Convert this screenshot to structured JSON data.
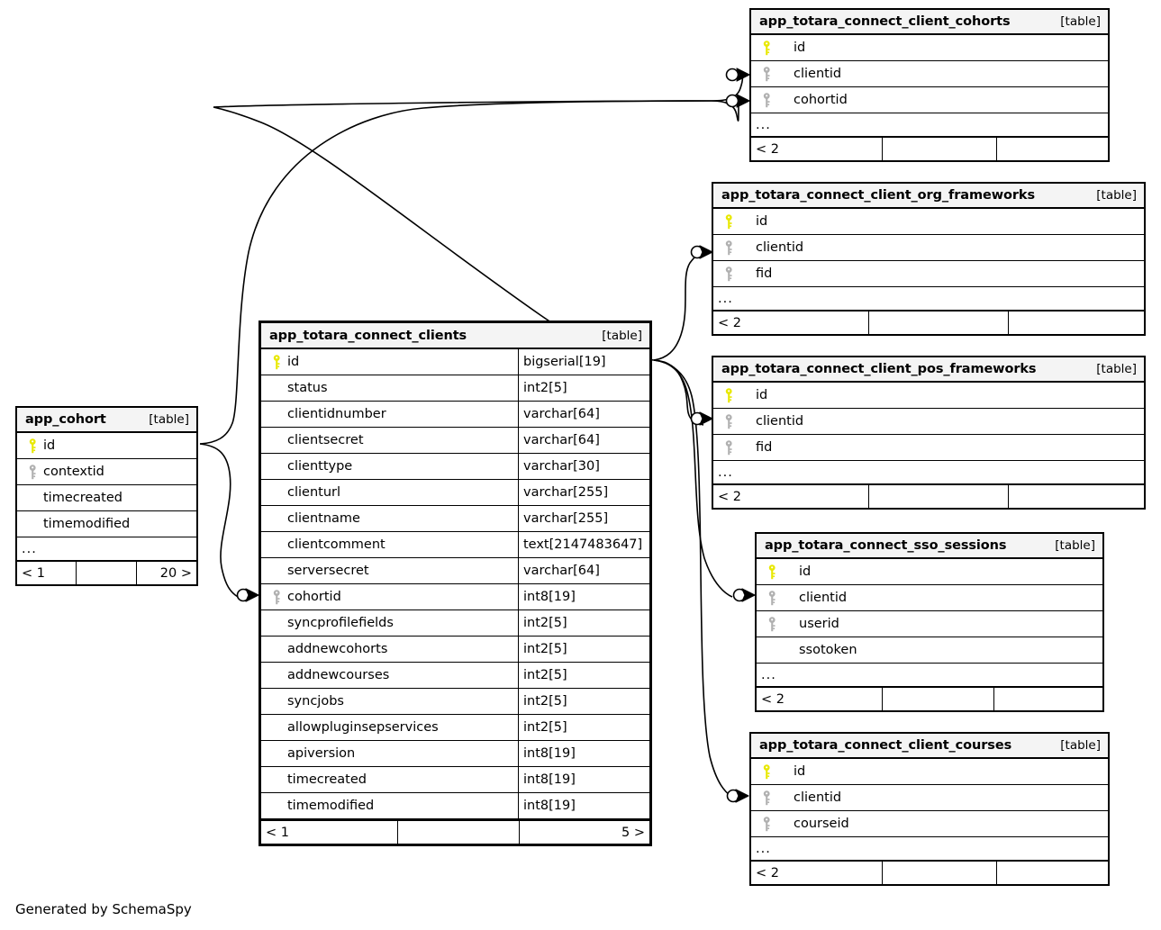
{
  "diagram": {
    "caption": "Generated by SchemaSpy",
    "table_tag": "[table]",
    "ellipsis": "...",
    "colors": {
      "primary_key_icon": "#e8e800",
      "foreign_key_icon": "#b0b0b0",
      "header_background": "#f4f4f4",
      "border": "#000000",
      "background": "#ffffff"
    },
    "icons": {
      "primary_key": "key-icon-yellow",
      "foreign_key": "key-icon-gray"
    }
  },
  "tables": [
    {
      "id": "app_cohort",
      "name": "app_cohort",
      "tag": "[table]",
      "focus": false,
      "columns": [
        {
          "name": "id",
          "key": "primary"
        },
        {
          "name": "contextid",
          "key": "foreign"
        },
        {
          "name": "timecreated",
          "key": "none"
        },
        {
          "name": "timemodified",
          "key": "none"
        }
      ],
      "has_ellipsis": true,
      "footer": {
        "left": "< 1",
        "center": "",
        "right": "20 >"
      }
    },
    {
      "id": "app_totara_connect_clients",
      "name": "app_totara_connect_clients",
      "tag": "[table]",
      "focus": true,
      "columns": [
        {
          "name": "id",
          "key": "primary",
          "type": "bigserial[19]"
        },
        {
          "name": "status",
          "key": "none",
          "type": "int2[5]"
        },
        {
          "name": "clientidnumber",
          "key": "none",
          "type": "varchar[64]"
        },
        {
          "name": "clientsecret",
          "key": "none",
          "type": "varchar[64]"
        },
        {
          "name": "clienttype",
          "key": "none",
          "type": "varchar[30]"
        },
        {
          "name": "clienturl",
          "key": "none",
          "type": "varchar[255]"
        },
        {
          "name": "clientname",
          "key": "none",
          "type": "varchar[255]"
        },
        {
          "name": "clientcomment",
          "key": "none",
          "type": "text[2147483647]"
        },
        {
          "name": "serversecret",
          "key": "none",
          "type": "varchar[64]"
        },
        {
          "name": "cohortid",
          "key": "foreign",
          "type": "int8[19]"
        },
        {
          "name": "syncprofilefields",
          "key": "none",
          "type": "int2[5]"
        },
        {
          "name": "addnewcohorts",
          "key": "none",
          "type": "int2[5]"
        },
        {
          "name": "addnewcourses",
          "key": "none",
          "type": "int2[5]"
        },
        {
          "name": "syncjobs",
          "key": "none",
          "type": "int2[5]"
        },
        {
          "name": "allowpluginsepservices",
          "key": "none",
          "type": "int2[5]"
        },
        {
          "name": "apiversion",
          "key": "none",
          "type": "int8[19]"
        },
        {
          "name": "timecreated",
          "key": "none",
          "type": "int8[19]"
        },
        {
          "name": "timemodified",
          "key": "none",
          "type": "int8[19]"
        }
      ],
      "has_ellipsis": false,
      "footer": {
        "left": "< 1",
        "center": "",
        "right": "5 >"
      }
    },
    {
      "id": "app_totara_connect_client_cohorts",
      "name": "app_totara_connect_client_cohorts",
      "tag": "[table]",
      "focus": false,
      "columns": [
        {
          "name": "id",
          "key": "primary"
        },
        {
          "name": "clientid",
          "key": "foreign"
        },
        {
          "name": "cohortid",
          "key": "foreign"
        }
      ],
      "has_ellipsis": true,
      "footer": {
        "left": "< 2",
        "center": "",
        "right": ""
      }
    },
    {
      "id": "app_totara_connect_client_org_frameworks",
      "name": "app_totara_connect_client_org_frameworks",
      "tag": "[table]",
      "focus": false,
      "columns": [
        {
          "name": "id",
          "key": "primary"
        },
        {
          "name": "clientid",
          "key": "foreign"
        },
        {
          "name": "fid",
          "key": "foreign"
        }
      ],
      "has_ellipsis": true,
      "footer": {
        "left": "< 2",
        "center": "",
        "right": ""
      }
    },
    {
      "id": "app_totara_connect_client_pos_frameworks",
      "name": "app_totara_connect_client_pos_frameworks",
      "tag": "[table]",
      "focus": false,
      "columns": [
        {
          "name": "id",
          "key": "primary"
        },
        {
          "name": "clientid",
          "key": "foreign"
        },
        {
          "name": "fid",
          "key": "foreign"
        }
      ],
      "has_ellipsis": true,
      "footer": {
        "left": "< 2",
        "center": "",
        "right": ""
      }
    },
    {
      "id": "app_totara_connect_sso_sessions",
      "name": "app_totara_connect_sso_sessions",
      "tag": "[table]",
      "focus": false,
      "columns": [
        {
          "name": "id",
          "key": "primary"
        },
        {
          "name": "clientid",
          "key": "foreign"
        },
        {
          "name": "userid",
          "key": "foreign"
        },
        {
          "name": "ssotoken",
          "key": "none"
        }
      ],
      "has_ellipsis": true,
      "footer": {
        "left": "< 2",
        "center": "",
        "right": ""
      }
    },
    {
      "id": "app_totara_connect_client_courses",
      "name": "app_totara_connect_client_courses",
      "tag": "[table]",
      "focus": false,
      "columns": [
        {
          "name": "id",
          "key": "primary"
        },
        {
          "name": "clientid",
          "key": "foreign"
        },
        {
          "name": "courseid",
          "key": "foreign"
        }
      ],
      "has_ellipsis": true,
      "footer": {
        "left": "< 2",
        "center": "",
        "right": ""
      }
    }
  ],
  "relationships": [
    {
      "from_table": "app_cohort",
      "from_column": "id",
      "to_table": "app_totara_connect_clients",
      "to_column": "cohortid"
    },
    {
      "from_table": "app_cohort",
      "from_column": "id",
      "to_table": "app_totara_connect_client_cohorts",
      "to_column": "cohortid"
    },
    {
      "from_table": "app_totara_connect_clients",
      "from_column": "id",
      "to_table": "app_totara_connect_client_cohorts",
      "to_column": "clientid"
    },
    {
      "from_table": "app_totara_connect_clients",
      "from_column": "id",
      "to_table": "app_totara_connect_client_org_frameworks",
      "to_column": "clientid"
    },
    {
      "from_table": "app_totara_connect_clients",
      "from_column": "id",
      "to_table": "app_totara_connect_client_pos_frameworks",
      "to_column": "clientid"
    },
    {
      "from_table": "app_totara_connect_clients",
      "from_column": "id",
      "to_table": "app_totara_connect_sso_sessions",
      "to_column": "clientid"
    },
    {
      "from_table": "app_totara_connect_clients",
      "from_column": "id",
      "to_table": "app_totara_connect_client_courses",
      "to_column": "clientid"
    }
  ]
}
